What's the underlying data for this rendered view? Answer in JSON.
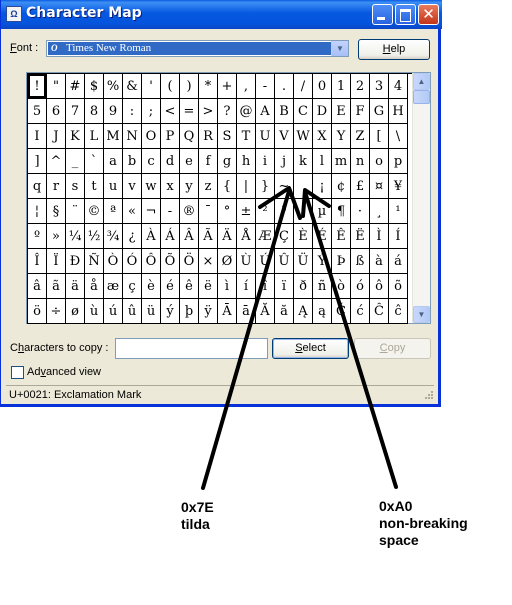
{
  "window": {
    "title": "Character Map",
    "buttons": {
      "minimize": "minimize",
      "maximize": "maximize",
      "close": "✕"
    }
  },
  "font_row": {
    "label_u": "F",
    "label_rest": "ont :",
    "selected_font": "Times New Roman",
    "font_icon": "O",
    "help_u": "H",
    "help_rest": "elp"
  },
  "grid": {
    "characters": [
      "!",
      "\"",
      "#",
      "$",
      "%",
      "&",
      "'",
      "(",
      ")",
      "*",
      "+",
      ",",
      "-",
      ".",
      "/",
      "0",
      "1",
      "2",
      "3",
      "4",
      "5",
      "6",
      "7",
      "8",
      "9",
      ":",
      ";",
      "<",
      "=",
      ">",
      "?",
      "@",
      "A",
      "B",
      "C",
      "D",
      "E",
      "F",
      "G",
      "H",
      "I",
      "J",
      "K",
      "L",
      "M",
      "N",
      "O",
      "P",
      "Q",
      "R",
      "S",
      "T",
      "U",
      "V",
      "W",
      "X",
      "Y",
      "Z",
      "[",
      "\\",
      "]",
      "^",
      "_",
      "`",
      "a",
      "b",
      "c",
      "d",
      "e",
      "f",
      "g",
      "h",
      "i",
      "j",
      "k",
      "l",
      "m",
      "n",
      "o",
      "p",
      "q",
      "r",
      "s",
      "t",
      "u",
      "v",
      "w",
      "x",
      "y",
      "z",
      "{",
      "|",
      "}",
      "~",
      " ",
      "¡",
      "¢",
      "£",
      "¤",
      "¥",
      "¦",
      "§",
      "¨",
      "©",
      "ª",
      "«",
      "¬",
      "-",
      "®",
      "¯",
      "°",
      "±",
      "²",
      "³",
      "´",
      "µ",
      "¶",
      "·",
      "¸",
      "¹",
      "º",
      "»",
      "¼",
      "½",
      "¾",
      "¿",
      "À",
      "Á",
      "Â",
      "Ã",
      "Ä",
      "Å",
      "Æ",
      "Ç",
      "È",
      "É",
      "Ê",
      "Ë",
      "Ì",
      "Í",
      "Î",
      "Ï",
      "Ð",
      "Ñ",
      "Ò",
      "Ó",
      "Ô",
      "Õ",
      "Ö",
      "×",
      "Ø",
      "Ù",
      "Ú",
      "Û",
      "Ü",
      "Ý",
      "Þ",
      "ß",
      "à",
      "á",
      "â",
      "ã",
      "ä",
      "å",
      "æ",
      "ç",
      "è",
      "é",
      "ê",
      "ë",
      "ì",
      "í",
      "î",
      "ï",
      "ð",
      "ñ",
      "ò",
      "ó",
      "ô",
      "õ",
      "ö",
      "÷",
      "ø",
      "ù",
      "ú",
      "û",
      "ü",
      "ý",
      "þ",
      "ÿ",
      "Ā",
      "ā",
      "Ă",
      "ă",
      "Ą",
      "ą",
      "Ć",
      "ć",
      "Ĉ",
      "ĉ"
    ],
    "selected_index": 0
  },
  "copy_row": {
    "label_pre": "C",
    "label_u": "h",
    "label_rest": "aracters to copy :",
    "input_value": "",
    "select_u": "S",
    "select_rest": "elect",
    "copy_u": "C",
    "copy_rest": "opy"
  },
  "advanced": {
    "label_pre": "Ad",
    "label_u": "v",
    "label_rest": "anced view",
    "checked": false
  },
  "status": {
    "text": "U+0021: Exclamation Mark"
  },
  "annotations": {
    "tilde": {
      "code": "0x7E",
      "name": "tilda"
    },
    "nbsp": {
      "code": "0xA0",
      "name_line1": "non-breaking",
      "name_line2": "space"
    }
  }
}
